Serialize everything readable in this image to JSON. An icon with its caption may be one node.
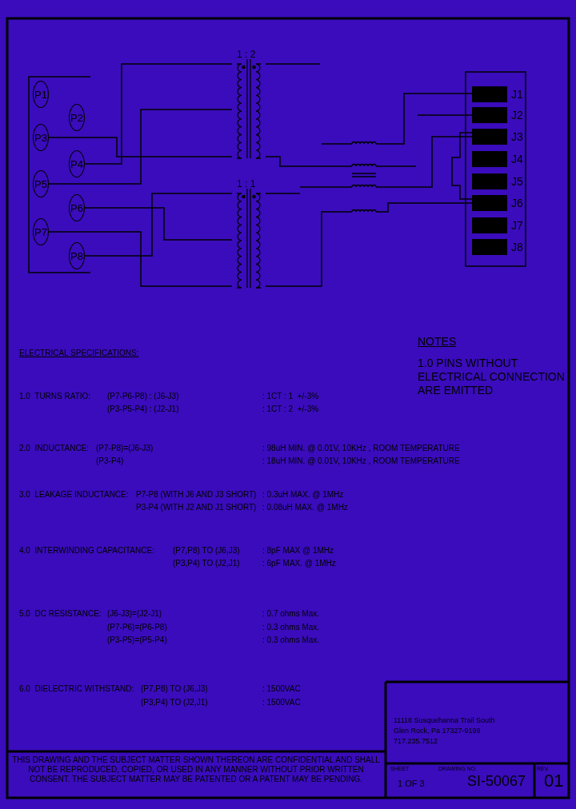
{
  "diagram": {
    "nodes": [
      {
        "text": [
          "P1"
        ]
      },
      {
        "text": [
          "P2"
        ]
      },
      {
        "text": [
          "P3"
        ]
      },
      {
        "text": [
          "P4"
        ]
      },
      {
        "text": [
          "P5"
        ]
      },
      {
        "text": [
          "P6"
        ]
      },
      {
        "text": [
          "P7"
        ]
      },
      {
        "text": [
          "P8"
        ]
      },
      {
        "text": [],
        "shape": "bar",
        "beside": [
          "J1"
        ]
      },
      {
        "text": [],
        "shape": "bar",
        "beside": [
          "J2"
        ]
      },
      {
        "text": [],
        "shape": "bar",
        "beside": [
          "J3"
        ]
      },
      {
        "text": [],
        "shape": "bar",
        "beside": [
          "J4"
        ]
      },
      {
        "text": [],
        "shape": "bar",
        "beside": [
          "J5"
        ]
      },
      {
        "text": [],
        "shape": "bar",
        "beside": [
          "J6"
        ]
      },
      {
        "text": [],
        "shape": "bar",
        "beside": [
          "J7"
        ]
      },
      {
        "text": [],
        "shape": "bar",
        "beside": [
          "J8"
        ]
      },
      {
        "text": [],
        "shape": "coil",
        "beside": [
          "1 : 2"
        ]
      },
      {
        "text": [],
        "shape": "coil",
        "beside": [
          "1 : 1"
        ]
      },
      {
        "text": [],
        "shape": "coil"
      },
      {
        "text": [],
        "shape": "coil"
      },
      {
        "text": [],
        "shape": "coil"
      }
    ],
    "edges": [
      {
        "from": 2,
        "to": 16,
        "arrow": "none"
      },
      {
        "from": 3,
        "to": 16,
        "arrow": "none"
      },
      {
        "from": 4,
        "to": 16,
        "arrow": "none"
      },
      {
        "from": 5,
        "to": 17,
        "arrow": "none"
      },
      {
        "from": 6,
        "to": 17,
        "arrow": "none"
      },
      {
        "from": 7,
        "to": 17,
        "arrow": "none"
      },
      {
        "from": 16,
        "to": 19,
        "arrow": "none"
      },
      {
        "from": 19,
        "to": 10,
        "arrow": "none"
      },
      {
        "from": 18,
        "to": 8,
        "arrow": "none"
      },
      {
        "from": 17,
        "to": 20,
        "arrow": "none"
      },
      {
        "from": 20,
        "to": 13,
        "arrow": "none"
      },
      {
        "from": 10,
        "to": 13,
        "arrow": "none"
      },
      {
        "from": null,
        "to": 9,
        "arrow": "none"
      },
      {
        "from": null,
        "to": 18,
        "arrow": "none"
      },
      {
        "from": 19,
        "to": null,
        "arrow": "none"
      },
      {
        "from": null,
        "to": 19,
        "arrow": "none"
      },
      {
        "from": 16,
        "to": null,
        "arrow": "none"
      },
      {
        "from": 17,
        "to": null,
        "arrow": "none"
      }
    ],
    "labels": [
      "NOTES",
      "ELECTRICAL SPECIFICATIONS:",
      "1.0 PINS WITHOUT ELECTRICAL CONNECTION ARE EMITTED",
      "1.0  TURNS RATIO:",
      "(P7-P6-P8) : (J6-J3)",
      ": 1CT : 1  +/-3%",
      "(P3-P5-P4) : (J2-J1)",
      ": 1CT : 2  +/-3%",
      "2.0  INDUCTANCE:",
      "(P7-P8)=(J6-J3)",
      ": 98uH MIN. @ 0.01V, 10KHz , ROOM TEMPERATURE",
      "(P3-P4)",
      ": 18uH MIN. @ 0.01V, 10KHz , ROOM TEMPERATURE",
      "3.0  LEAKAGE INDUCTANCE:",
      "P7-P8 (WITH J6 AND J3 SHORT)",
      ": 0.3uH MAX. @ 1MHz",
      "P3-P4 (WITH J2 AND J1 SHORT)",
      ": 0.08uH MAX. @ 1MHz",
      "4.0  INTERWINDING CAPACITANCE:",
      "(P7,P8) TO (J6,J3)",
      ": 8pF MAX @ 1MHz",
      "(P3,P4) TO (J2,J1)",
      ": 6pF MAX. @ 1MHz",
      "5.0  DC RESISTANCE:",
      "(J6-J3)=(J2-J1)",
      ": 0.7 ohms Max.",
      "(P7-P6)=(P6-P8)",
      ": 0.3 ohms Max.",
      "(P3-P5)=(P5-P4)",
      ": 0.3 ohms Max.",
      "6.0  DIELECTRIC WITHSTAND:",
      "(P7,P8) TO (J6,J3)",
      ": 1500VAC",
      "(P3,P4) TO (J2,J1)",
      ": 1500VAC",
      "11118 Susquehanna Trail South",
      "Glen Rock, Pa 17327-9199",
      "717.235.7512",
      "THIS DRAWING AND THE SUBJECT MATTER SHOWN THEREON ARE CONFIDENTIAL AND SHALL NOT BE REPRODUCED, COPIED, OR USED IN ANY MANNER WITHOUT PRIOR WRITTEN CONSENT. THE SUBJECT MATTER MAY BE PATENTED OR A PATENT MAY BE PENDING.",
      "SHEET",
      "DRAWING NO.",
      "REV.",
      "1 OF 3",
      "SI-50067",
      "01"
    ]
  }
}
